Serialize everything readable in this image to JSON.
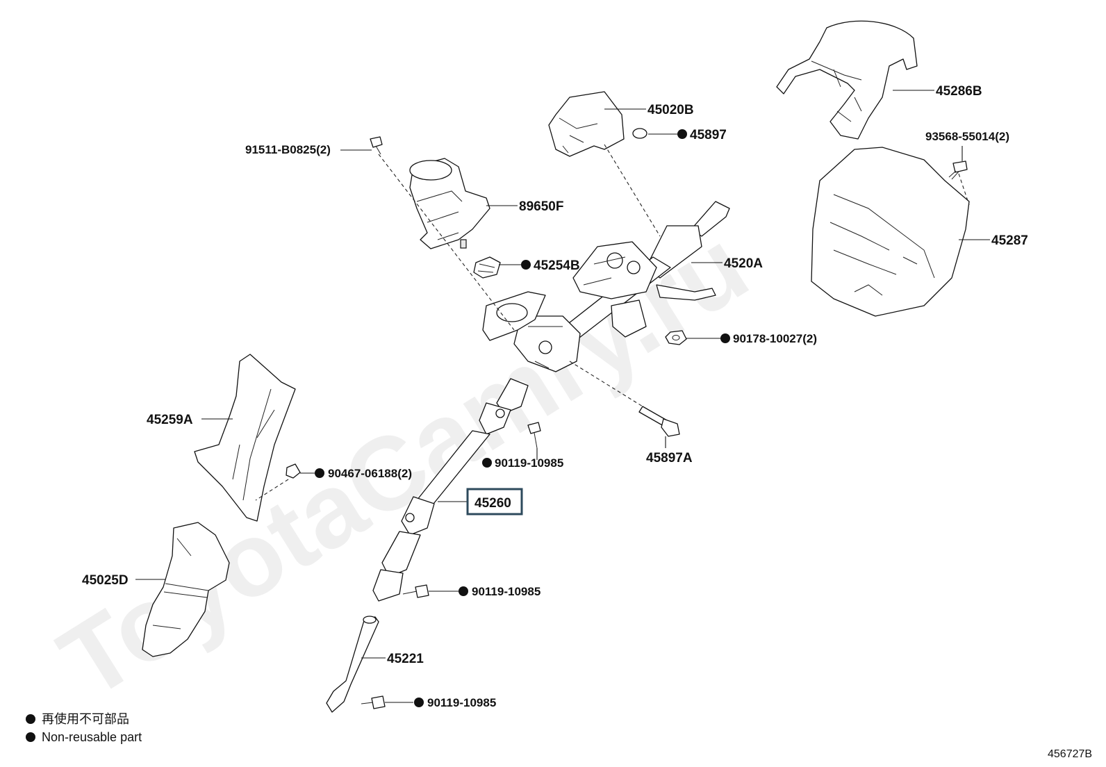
{
  "watermark": "ToyotaCamry.ru",
  "diagram_code": "456727B",
  "legend": {
    "line1": "再使用不可部品",
    "line2": "Non-reusable part"
  },
  "labels": {
    "p45286B": "45286B",
    "p45020B": "45020B",
    "p45897": "45897",
    "p93568": "93568-55014(2)",
    "p91511": "91511-B0825(2)",
    "p89650F": "89650F",
    "p45287": "45287",
    "p45254B": "45254B",
    "p4520A": "4520A",
    "p90178": "90178-10027(2)",
    "p45259A": "45259A",
    "p45897A": "45897A",
    "p90467": "90467-06188(2)",
    "p90119a": "90119-10985",
    "p45260": "45260",
    "p45025D": "45025D",
    "p90119b": "90119-10985",
    "p45221": "45221",
    "p90119c": "90119-10985"
  },
  "highlight": {
    "color": "#2d4a5c",
    "part": "45260"
  }
}
